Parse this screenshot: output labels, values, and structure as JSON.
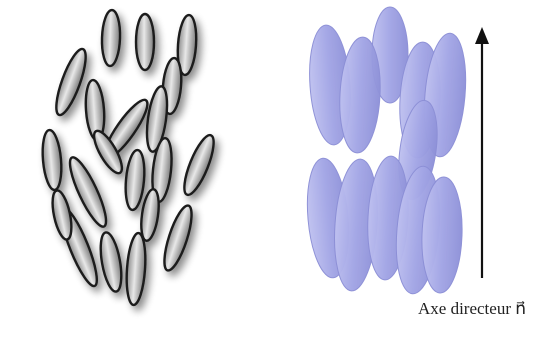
{
  "diagram": {
    "left_panel": {
      "arrangement": "isotropic",
      "ellipse_count": 20,
      "fill": "#c8c8c8",
      "stroke": "#1a1a1a"
    },
    "right_panel": {
      "arrangement": "nematic",
      "ellipse_count": 11,
      "fill": "#9fa2e3",
      "stroke": "#8c8fd6"
    },
    "director_arrow": {
      "color": "#111111",
      "direction": "up"
    },
    "axis_label": "Axe directeur n⃗"
  }
}
